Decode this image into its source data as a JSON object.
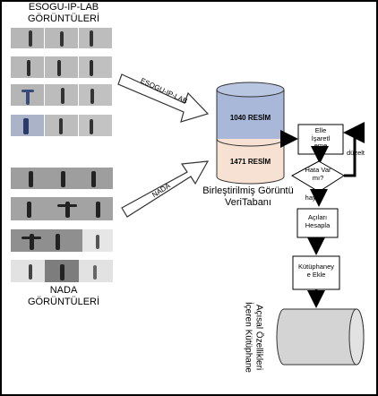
{
  "sources": {
    "esogu_title_line1": "ESOGU-IP-LAB",
    "esogu_title_line2": "GÖRÜNTÜLERİ",
    "nada_title_line1": "NADA",
    "nada_title_line2": "GÖRÜNTÜLERİ"
  },
  "arrows": {
    "esogu_label": "ESOGU-IP-LAB",
    "nada_label": "NADA"
  },
  "database": {
    "top_count": "1040 RESİM",
    "bottom_count": "1471 RESİM",
    "caption_line1": "Birleştirilmiş Görüntü",
    "caption_line2": "VeriTabanı"
  },
  "flow": {
    "manual_mark_line1": "Elle",
    "manual_mark_line2": "İşaretl",
    "manual_mark_line3": "eme",
    "decision_line1": "Hata Var",
    "decision_line2": "mı?",
    "fix_label": "düzelt",
    "no_label": "hayır",
    "angles_line1": "Açıları",
    "angles_line2": "Hesapla",
    "library_line1": "Kütüphaney",
    "library_line2": "e Ekle",
    "output_line1": "Açısal Özellikleri",
    "output_line2": "İçeren Kütüphane"
  },
  "colors": {
    "db_top": "#a9b8d8",
    "db_bottom": "#f6e1d2",
    "output_cylinder": "#d4d4d4"
  }
}
